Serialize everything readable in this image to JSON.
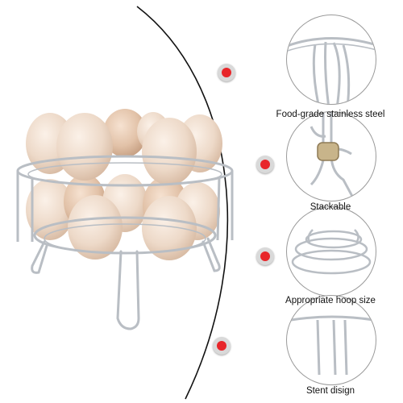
{
  "features": [
    {
      "label": "Food-grade stainless steel",
      "icon": "ring-top-icon"
    },
    {
      "label": "Stackable",
      "icon": "hook-leg-icon"
    },
    {
      "label": "Appropriate hoop size",
      "icon": "rings-icon"
    },
    {
      "label": "Stent disign",
      "icon": "legs-icon"
    }
  ],
  "colors": {
    "marker_dot": "#e8262a",
    "marker_ring": "#d9d9d9",
    "steel": "#b9bec4",
    "egg": "#edd9c8"
  }
}
